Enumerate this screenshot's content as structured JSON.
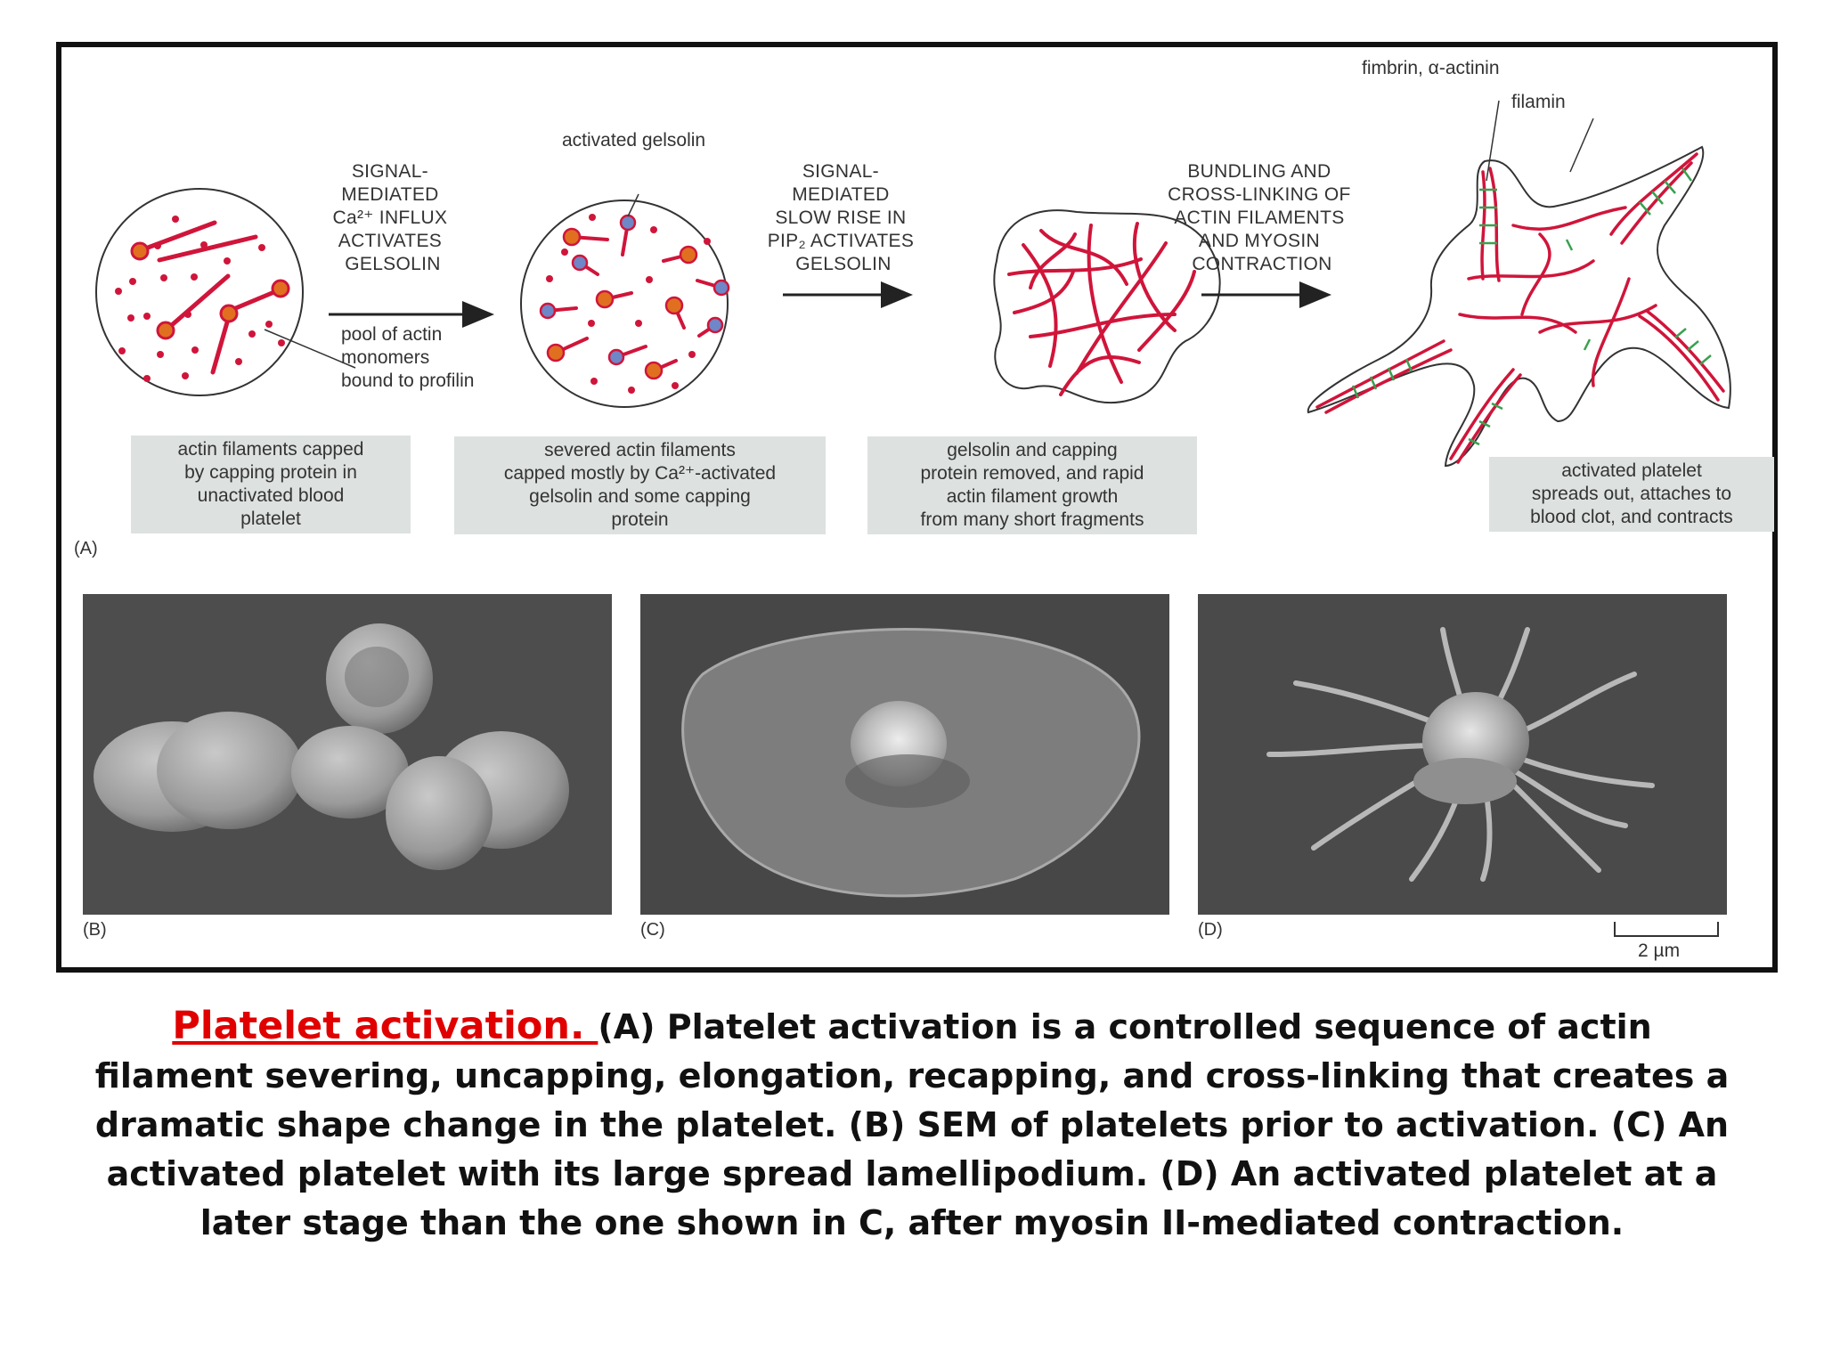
{
  "diagram": {
    "panel_a": {
      "letter": "(A)",
      "step1": {
        "lines": [
          "SIGNAL-",
          "MEDIATED",
          "Ca²⁺ INFLUX",
          "ACTIVATES",
          "GELSOLIN"
        ]
      },
      "step2": {
        "lines": [
          "SIGNAL-",
          "MEDIATED",
          "SLOW RISE IN",
          "PIP₂ ACTIVATES",
          "GELSOLIN"
        ]
      },
      "step3": {
        "lines": [
          "BUNDLING AND",
          "CROSS-LINKING OF",
          "ACTIN FILAMENTS",
          "AND MYOSIN",
          "CONTRACTION"
        ]
      },
      "label_activated_gelsolin": "activated gelsolin",
      "label_pool": [
        "pool of actin",
        "monomers",
        "bound to profilin"
      ],
      "label_fimbrin": "fimbrin, α-actinin",
      "label_filamin": "filamin",
      "captions": [
        [
          "actin filaments capped",
          "by capping protein in",
          "unactivated blood",
          "platelet"
        ],
        [
          "severed actin filaments",
          "capped mostly by Ca²⁺-activated",
          "gelsolin and some capping",
          "protein"
        ],
        [
          "gelsolin and capping",
          "protein removed, and rapid",
          "actin filament growth",
          "from many short fragments"
        ],
        [
          "activated platelet",
          "spreads out, attaches to",
          "blood clot, and contracts"
        ]
      ]
    },
    "panel_b": {
      "letter": "(B)"
    },
    "panel_c": {
      "letter": "(C)"
    },
    "panel_d": {
      "letter": "(D)"
    },
    "scale_bar": "2 µm"
  },
  "caption": {
    "title": "Platelet activation. ",
    "text": "(A) Platelet activation is a controlled sequence of actin filament severing, uncapping, elongation, recapping, and cross-linking that creates a dramatic shape change in the platelet. (B) SEM of platelets prior to activation. (C) An activated platelet with its large spread lamellipodium. (D) An activated platelet at a later stage than the one shown in C, after myosin II-mediated contraction."
  },
  "colors": {
    "actin": "#d0153a",
    "cap_protein": "#e07020",
    "gelsolin": "#6f86c7",
    "fimbrin": "#3aa050",
    "caption_title": "#e00000"
  }
}
